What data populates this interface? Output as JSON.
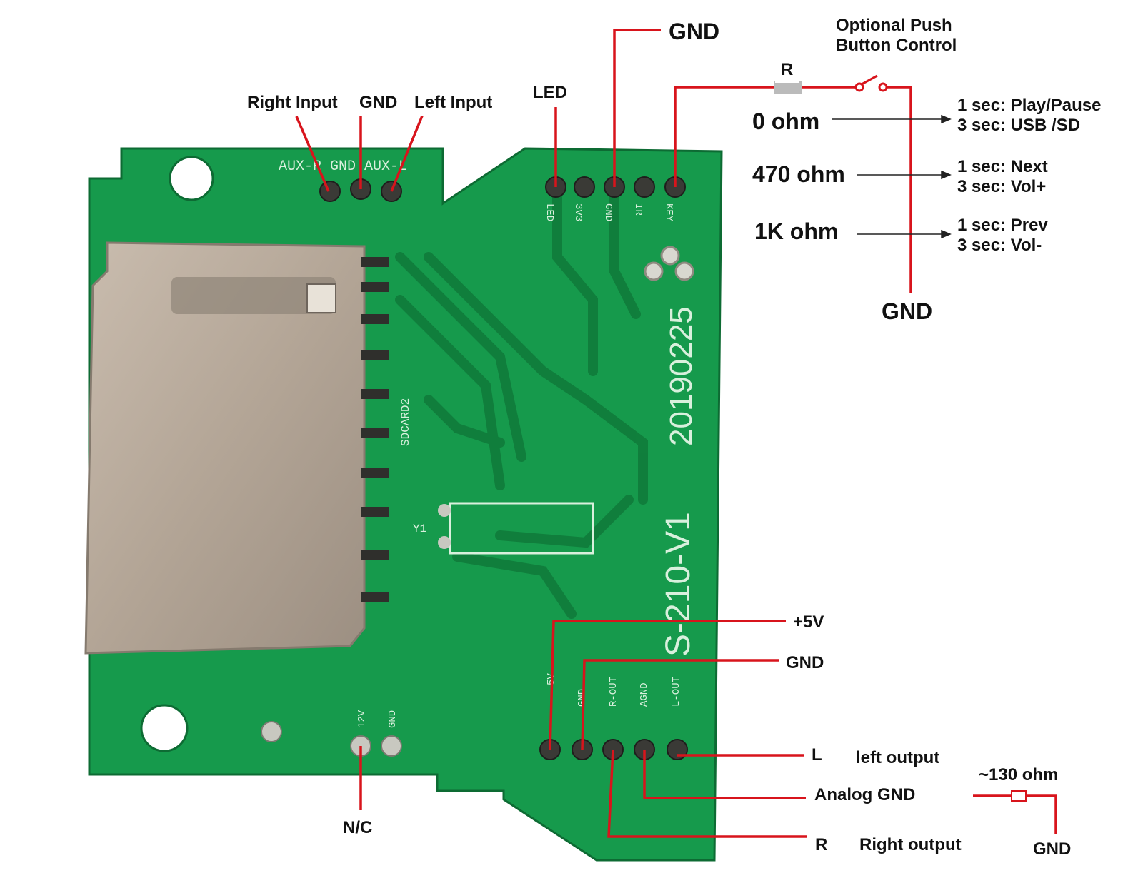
{
  "labels": {
    "right_input": "Right Input",
    "gnd_input": "GND",
    "left_input": "Left Input",
    "led": "LED",
    "gnd_top": "GND",
    "optional_push": "Optional Push\nButton Control",
    "resistor_r": "R",
    "r_0ohm": "0 ohm",
    "r_470ohm": "470 ohm",
    "r_1kohm": "1K ohm",
    "func_0ohm": "1 sec: Play/Pause\n3 sec: USB /SD",
    "func_470ohm": "1 sec: Next\n3 sec: Vol+",
    "func_1kohm": "1 sec: Prev\n3 sec: Vol-",
    "gnd_button": "GND",
    "plus5v": "+5V",
    "gnd_power": "GND",
    "l_pin": "L",
    "left_output": "left output",
    "analog_gnd": "Analog GND",
    "r_pin": "R",
    "right_output": "Right  output",
    "ohm130": "~130 ohm",
    "gnd_bottom": "GND",
    "nc": "N/C"
  },
  "board": {
    "silk_top": "AUX-R GND AUX-L",
    "silk_header": [
      "LED",
      "3V3",
      "GND",
      "IR",
      "KEY"
    ],
    "silk_bottom": [
      "5V",
      "GND",
      "R-OUT",
      "AGND",
      "L-OUT"
    ],
    "silk_power": [
      "12V",
      "GND"
    ],
    "silk_sdcard": "SDCARD2",
    "silk_crystal": "Y1",
    "silk_model": "S-210-V1",
    "silk_date": "20190225"
  },
  "colors": {
    "pcb": "#169a4c",
    "pcb_dark": "#0f7a3a",
    "wire": "#d8141c",
    "silk": "#d9f0dd",
    "metal": "#b8aa9c"
  }
}
